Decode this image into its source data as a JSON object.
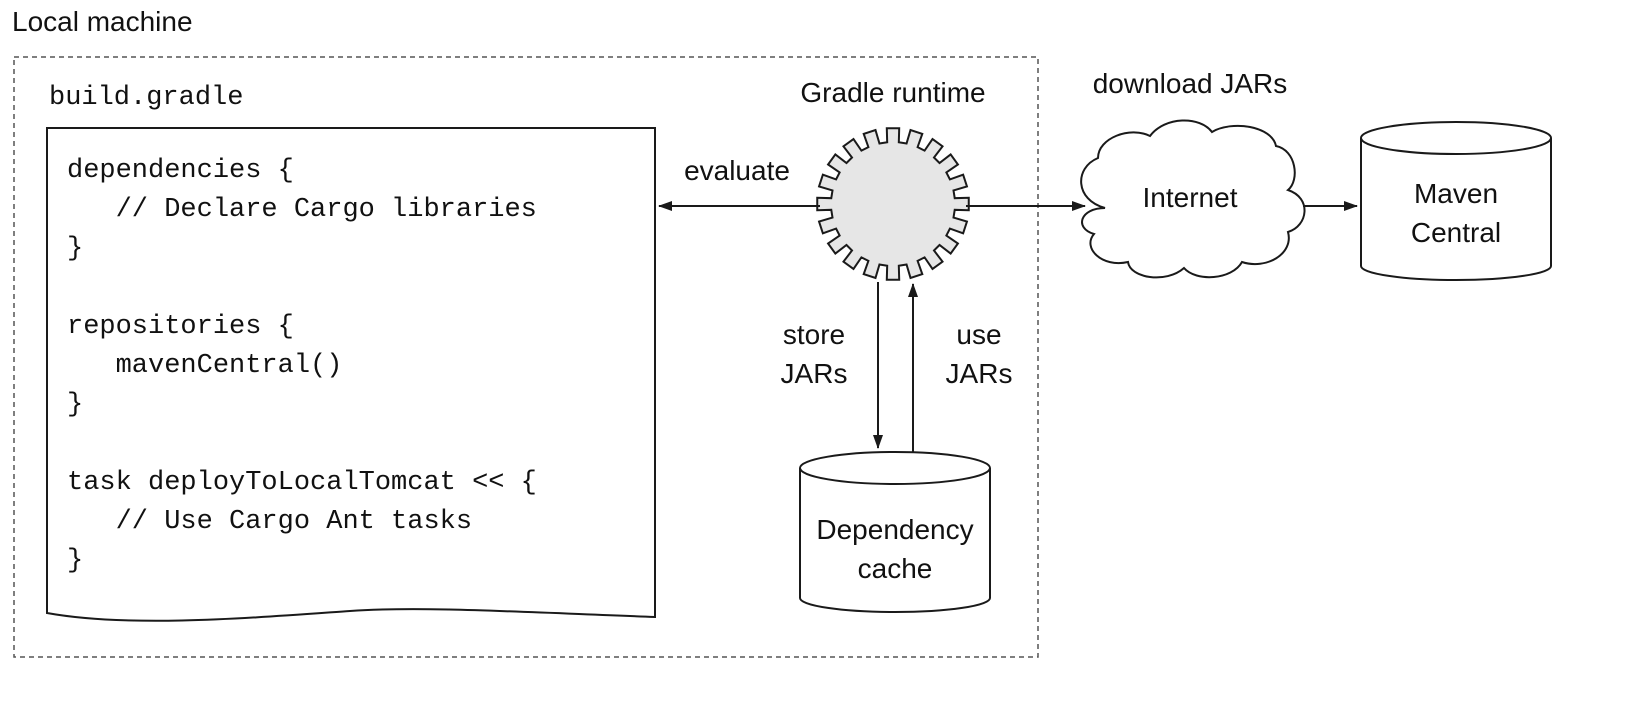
{
  "title": "Local machine",
  "file_label": "build.gradle",
  "code_lines": [
    "dependencies {",
    "   // Declare Cargo libraries",
    "}",
    "",
    "repositories {",
    "   mavenCentral()",
    "}",
    "",
    "task deployToLocalTomcat << {",
    "   // Use Cargo Ant tasks",
    "}"
  ],
  "gradle_runtime_label": "Gradle runtime",
  "evaluate_label": "evaluate",
  "download_label": "download JARs",
  "internet_label": "Internet",
  "maven_central": [
    "Maven",
    "Central"
  ],
  "store_jars": [
    "store",
    "JARs"
  ],
  "use_jars": [
    "use",
    "JARs"
  ],
  "dependency_cache": [
    "Dependency",
    "cache"
  ],
  "colors": {
    "line": "#1a1a1a",
    "gear_fill": "#e6e6e6",
    "dashed_border": "#555555"
  },
  "icons": {
    "runtime": "gear-icon",
    "internet": "cloud-icon",
    "storage": "cylinder-icon",
    "file": "document-icon"
  }
}
